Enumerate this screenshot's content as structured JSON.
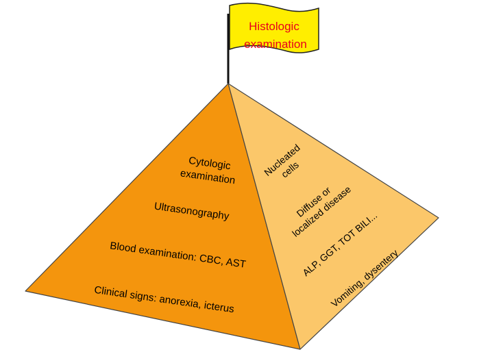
{
  "flag": {
    "line1": "Histologic",
    "line2": "examination",
    "text_color": "#e8001c",
    "fill_color": "#ffee00",
    "pole_color": "#111111"
  },
  "left_face": {
    "color": "#f4950d",
    "items": [
      {
        "line1": "Cytologic",
        "line2": "examination"
      },
      {
        "line1": "Ultrasonography"
      },
      {
        "line1": "Blood examination: CBC, AST"
      },
      {
        "line1": "Clinical signs: anorexia, icterus"
      }
    ]
  },
  "right_face": {
    "color": "#fbc76a",
    "items": [
      {
        "line1": "Nucleated",
        "line2": "cells"
      },
      {
        "line1": "Diffuse or",
        "line2": "localized disease"
      },
      {
        "line1": "ALP, GGT, TOT BILI..."
      },
      {
        "line1": "Vomiting, dysentery"
      }
    ]
  }
}
